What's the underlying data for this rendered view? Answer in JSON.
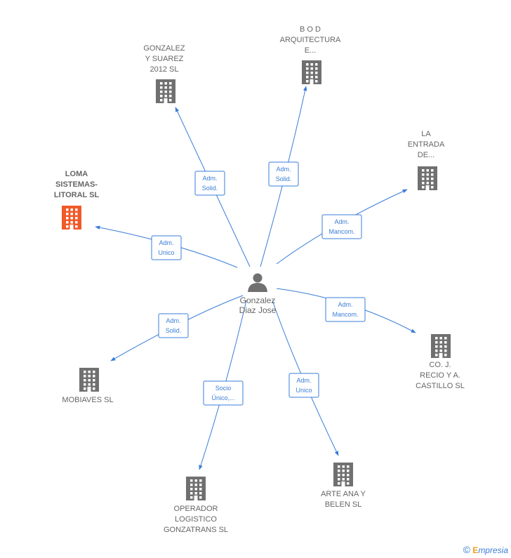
{
  "center": {
    "name_lines": [
      "Gonzalez",
      "Diaz Jose"
    ],
    "icon": "person-icon"
  },
  "companies": [
    {
      "id": "gonzalez-y-suarez",
      "lines": [
        "GONZALEZ",
        "Y SUAREZ",
        "2012 SL"
      ],
      "highlight": false
    },
    {
      "id": "bod-arquitectura",
      "lines": [
        "B O D",
        "ARQUITECTURA",
        "E..."
      ],
      "highlight": false
    },
    {
      "id": "la-entrada",
      "lines": [
        "LA",
        "ENTRADA",
        "DE..."
      ],
      "highlight": false
    },
    {
      "id": "loma-sistemas",
      "lines": [
        "LOMA",
        "SISTEMAS-",
        "LITORAL SL"
      ],
      "highlight": true
    },
    {
      "id": "co-j-recio",
      "lines": [
        "CO.  J.",
        "RECIO Y A.",
        "CASTILLO SL"
      ],
      "highlight": false
    },
    {
      "id": "mobiaves",
      "lines": [
        "MOBIAVES SL"
      ],
      "highlight": false
    },
    {
      "id": "operador-logistico",
      "lines": [
        "OPERADOR",
        "LOGISTICO",
        "GONZATRANS SL"
      ],
      "highlight": false
    },
    {
      "id": "arte-ana",
      "lines": [
        "ARTE ANA Y",
        "BELEN SL"
      ],
      "highlight": false
    }
  ],
  "relations": [
    {
      "target": "gonzalez-y-suarez",
      "lines": [
        "Adm.",
        "Solid."
      ]
    },
    {
      "target": "bod-arquitectura",
      "lines": [
        "Adm.",
        "Solid."
      ]
    },
    {
      "target": "la-entrada",
      "lines": [
        "Adm.",
        "Mancom."
      ]
    },
    {
      "target": "loma-sistemas",
      "lines": [
        "Adm.",
        "Unico"
      ]
    },
    {
      "target": "co-j-recio",
      "lines": [
        "Adm.",
        "Mancom."
      ]
    },
    {
      "target": "mobiaves",
      "lines": [
        "Adm.",
        "Solid."
      ]
    },
    {
      "target": "operador-logistico",
      "lines": [
        "Socio",
        "Único,..."
      ]
    },
    {
      "target": "arte-ana",
      "lines": [
        "Adm.",
        "Unico"
      ]
    }
  ],
  "colors": {
    "accent": "#3a7dd8",
    "building": "#707070",
    "building_highlight": "#f05a28",
    "text": "#666666"
  },
  "footer": {
    "copyright_symbol": "©",
    "brand_initial": "E",
    "brand_rest": "mpresia"
  }
}
